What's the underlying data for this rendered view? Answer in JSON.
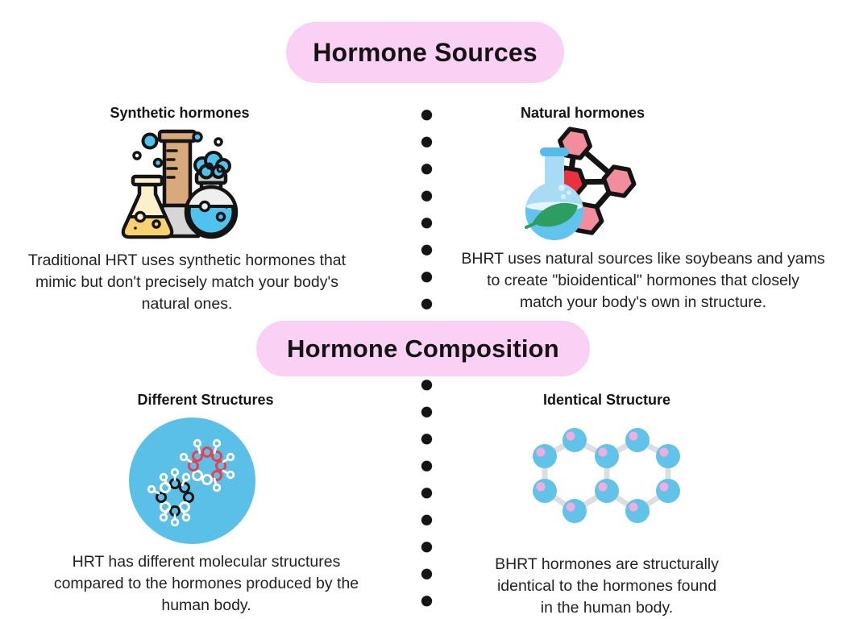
{
  "headers": {
    "sources_label": "Hormone Sources",
    "composition_label": "Hormone Composition"
  },
  "quadrants": {
    "synthetic": {
      "heading": "Synthetic hormones",
      "icon": "lab-flasks-icon",
      "text": "Traditional HRT uses synthetic hormones that\nmimic but don't precisely match your body's\nnatural ones."
    },
    "natural": {
      "heading": "Natural hormones",
      "icon": "flask-and-molecules-icon",
      "text": "BHRT uses natural sources like soybeans and yams\nto create \"bioidentical\" hormones that closely\nmatch your body's own in structure."
    },
    "different": {
      "heading": "Different Structures",
      "icon": "molecule-rings-in-circle-icon",
      "text": "HRT has different molecular structures\ncompared to the hormones produced by the\nhuman body."
    },
    "identical": {
      "heading": "Identical Structure",
      "icon": "hexagon-lattice-molecule-icon",
      "text": "BHRT hormones are structurally\nidentical to the hormones found\nin the human body."
    }
  },
  "colors": {
    "pill-pink": "#FAD0F4",
    "text-dark": "#222222",
    "divider-dot": "#141414",
    "circle-blue": "#5BC0E8",
    "node-blue": "#62C3E8",
    "node-dot-pink": "#F3ACE0",
    "bond-gray": "#DEDEDE",
    "hex-pink": "#F28E9B",
    "hex-red": "#E8333F",
    "flask-light-blue": "#A8DCF4",
    "liquid-blue": "#62C3EE",
    "leaf-green": "#2D9E5F",
    "flask-cream": "#FBF0CC",
    "liquid-yellow": "#F8D26E",
    "cylinder-tan": "#D9A87C",
    "bubble-blue": "#4FC2EE"
  }
}
